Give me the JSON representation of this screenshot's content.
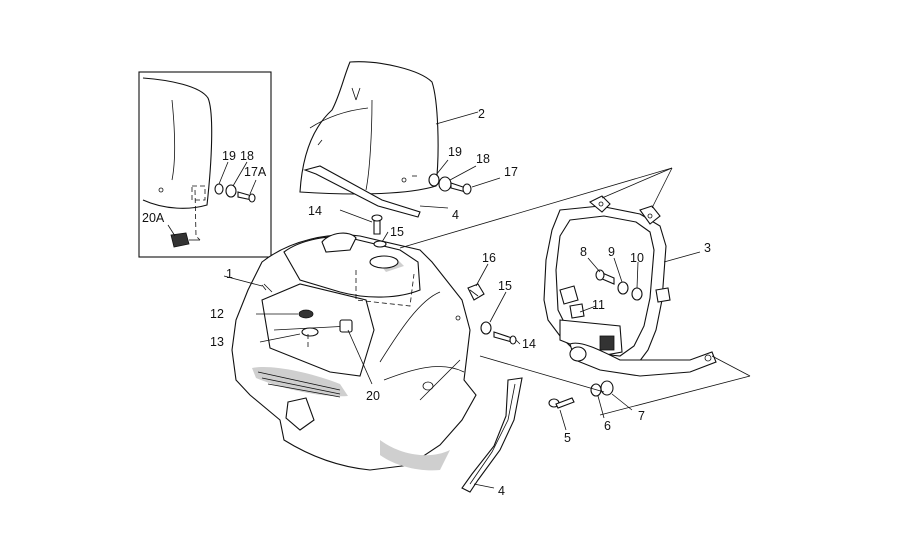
{
  "labels": {
    "l1": "1",
    "l2": "2",
    "l3": "3",
    "l4_top": "4",
    "l4_bottom": "4",
    "l5": "5",
    "l6": "6",
    "l7": "7",
    "l8": "8",
    "l9": "9",
    "l10": "10",
    "l11": "11",
    "l12": "12",
    "l13": "13",
    "l14_top": "14",
    "l14_right": "14",
    "l15_top": "15",
    "l15_right": "15",
    "l16": "16",
    "l17": "17",
    "l18": "18",
    "l19": "19",
    "l20": "20",
    "inset_19": "19",
    "inset_18": "18",
    "inset_17a": "17A",
    "inset_20a": "20A"
  }
}
